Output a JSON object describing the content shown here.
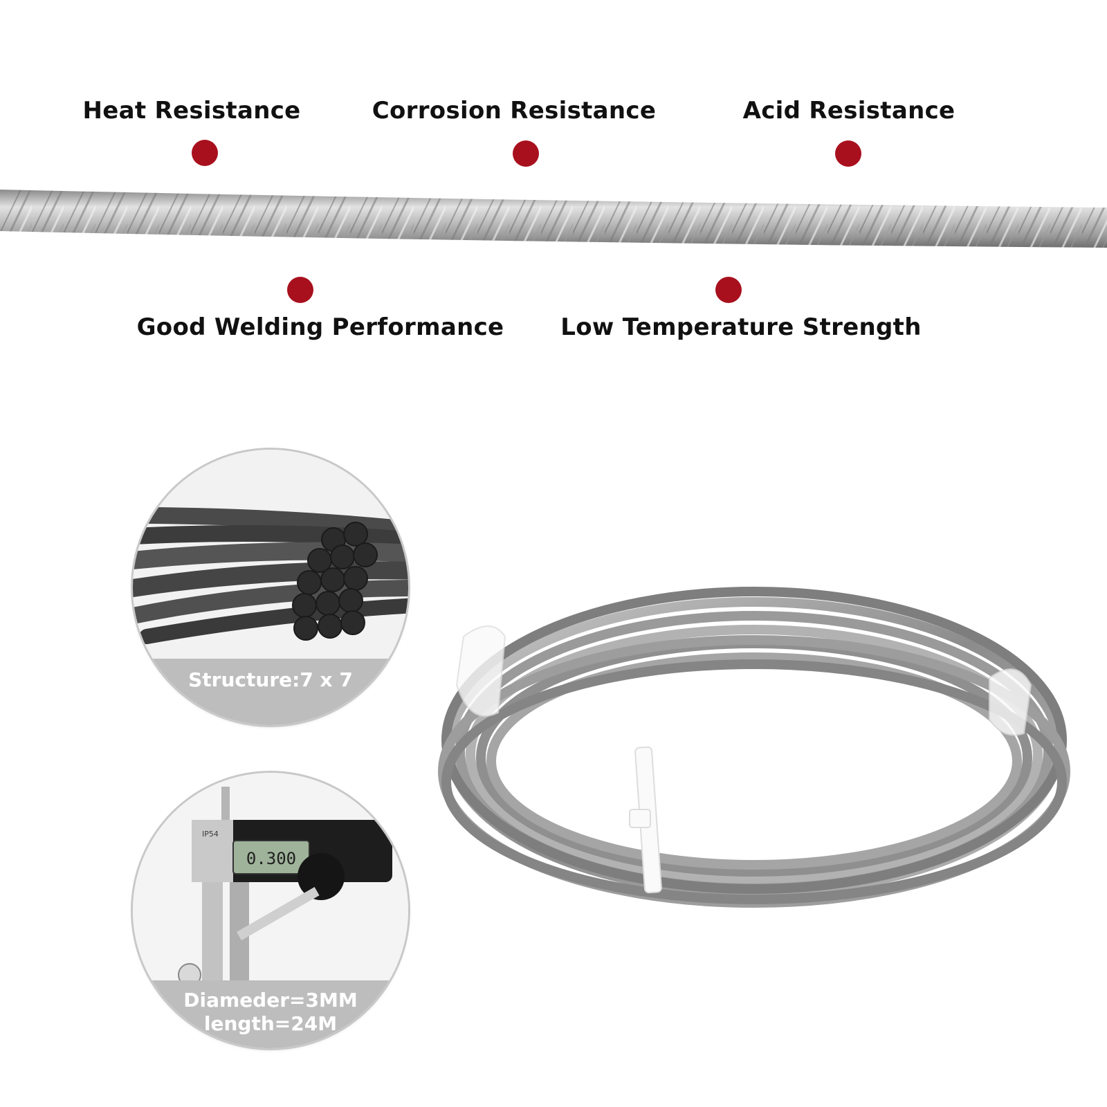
{
  "features_top": [
    {
      "label": "Heat Resistance"
    },
    {
      "label": "Corrosion Resistance"
    },
    {
      "label": "Acid Resistance"
    }
  ],
  "features_bottom": [
    {
      "label": "Good Welding Performance"
    },
    {
      "label": "Low Temperature Strength"
    }
  ],
  "structure_panel": {
    "caption": "Structure:7 x 7"
  },
  "dimension_panel": {
    "caption_line1": "Diameder=3MM",
    "caption_line2": "length=24M",
    "caliper_reading": "0.300",
    "caliper_brand": "IP54"
  },
  "colors": {
    "dot": "#a8101e",
    "caption_band": "#bdbdbd",
    "steel": "#a9a9a9"
  },
  "icons": {
    "dot": "red-bullet-icon"
  }
}
